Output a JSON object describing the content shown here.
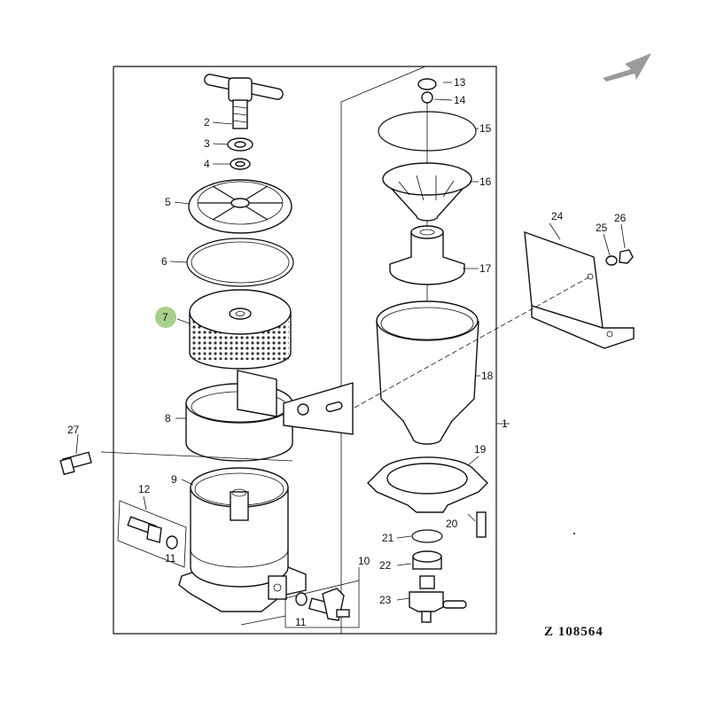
{
  "diagram": {
    "reference_code": "Z 108564",
    "highlight_color": "#a8d08d",
    "arrow_color": "#9a9a9a",
    "highlighted_part": "7",
    "callouts": [
      "1",
      "2",
      "3",
      "4",
      "5",
      "6",
      "7",
      "8",
      "9",
      "10",
      "11",
      "11",
      "12",
      "13",
      "14",
      "15",
      "16",
      "17",
      "18",
      "19",
      "20",
      "21",
      "22",
      "23",
      "24",
      "25",
      "26",
      "27"
    ]
  }
}
